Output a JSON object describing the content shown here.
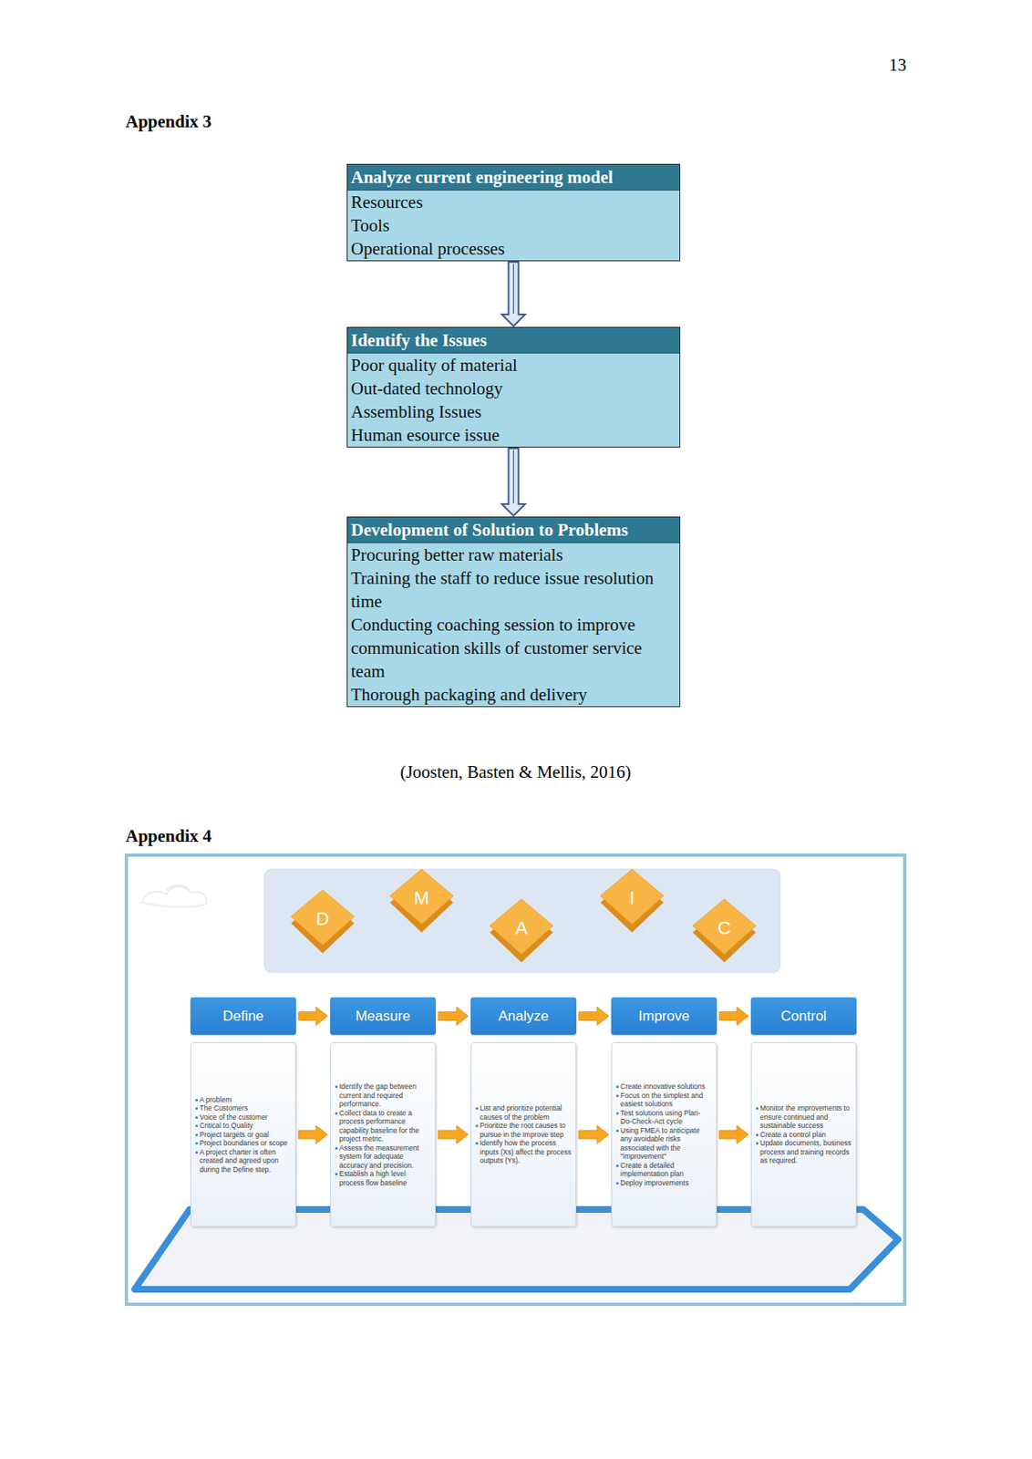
{
  "diagram": {
    "nodes": [
      {
        "text": [
          "Analyze current engineering model",
          "Resources",
          "Tools",
          "Operational processes"
        ]
      },
      {
        "text": [
          "Identify the Issues",
          "Poor quality of material",
          "Out-dated technology",
          "Assembling Issues",
          "Human esource issue"
        ]
      },
      {
        "text": [
          "Development of Solution to Problems",
          "Procuring better raw materials",
          "Training the staff to reduce issue resolution time",
          "Conducting coaching session to improve communication skills of customer service team",
          "Thorough packaging and delivery"
        ]
      },
      {
        "text": [
          "D"
        ]
      },
      {
        "text": [
          "M"
        ]
      },
      {
        "text": [
          "A"
        ]
      },
      {
        "text": [
          "I"
        ]
      },
      {
        "text": [
          "C"
        ]
      },
      {
        "text": [
          "Define"
        ]
      },
      {
        "text": [
          "Measure"
        ]
      },
      {
        "text": [
          "Analyze"
        ]
      },
      {
        "text": [
          "Improve"
        ]
      },
      {
        "text": [
          "Control"
        ]
      },
      {
        "text": [
          "A problem",
          "The Customers",
          "Voice of the customer",
          "Critical to Quality",
          "Project targets or goal",
          "Project boundaries or scope",
          "A project charter is often created and agreed upon during the Define step."
        ]
      },
      {
        "text": [
          "Identify the gap between current and required performance.",
          "Collect data to create a process performance capability baseline for the project metric.",
          "Assess the measurement system for adequate accuracy and precision.",
          "Establish a high level process flow baseline"
        ]
      },
      {
        "text": [
          "List and prioritize potential causes of the problem",
          "Prioritize the root causes to pursue in the Improve step",
          "Identify how the process inputs (Xs) affect the process outputs (Ys)."
        ]
      },
      {
        "text": [
          "Create innovative solutions",
          "Focus on the simplest and easiest solutions",
          "Test solutions using Plan-Do-Check-Act cycle",
          "Using FMEA to anticipate any avoidable risks associated with the \"improvement\"",
          "Create a detailed implementation plan",
          "Deploy improvements"
        ]
      },
      {
        "text": [
          "Monitor the improvements to ensure continued and sustainable success",
          "Create a control plan",
          "Update documents, business process and training records as required."
        ]
      }
    ],
    "edges": [
      {
        "from": 0,
        "to": 1,
        "arrow": "to"
      },
      {
        "from": 1,
        "to": 2,
        "arrow": "to"
      },
      {
        "from": 8,
        "to": 9,
        "arrow": "to"
      },
      {
        "from": 9,
        "to": 10,
        "arrow": "to"
      },
      {
        "from": 10,
        "to": 11,
        "arrow": "to"
      },
      {
        "from": 11,
        "to": 12,
        "arrow": "to"
      },
      {
        "from": 13,
        "to": 14,
        "arrow": "to"
      },
      {
        "from": 14,
        "to": 15,
        "arrow": "to"
      },
      {
        "from": 15,
        "to": 16,
        "arrow": "to"
      },
      {
        "from": 16,
        "to": 17,
        "arrow": "to"
      }
    ],
    "labels": [
      "13",
      "Appendix 3",
      "(Joosten, Basten & Mellis, 2016)",
      "Appendix 4"
    ]
  }
}
